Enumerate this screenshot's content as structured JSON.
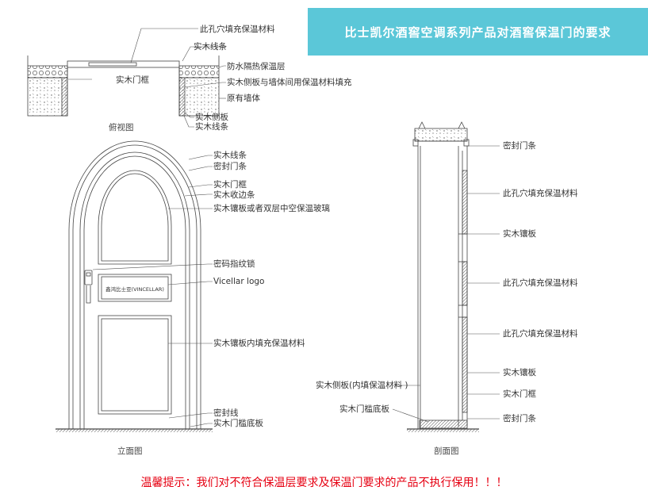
{
  "banner": {
    "title": "比士凯尔酒窖空调系列产品对酒窖保温门的要求"
  },
  "top_view": {
    "caption": "俯视图",
    "labels": {
      "hole_fill": "此孔穴填充保温材料",
      "trim": "实木线条",
      "waterproof_layer": "防水隔热保温层",
      "door_frame": "实木门框",
      "side_fill": "实木侧板与墙体间用保温材料填充",
      "wall": "原有墙体",
      "side_panel": "实木侧板",
      "trim_bottom": "实木线条"
    }
  },
  "elevation": {
    "caption": "立面图",
    "plaque_text": "鑫鸿比士亚(VINCELLAR)",
    "labels": {
      "trim": "实木线条",
      "seal_strip": "密封门条",
      "door_frame": "实木门框",
      "edge_strip": "实木收边条",
      "glass": "实木镶板或者双层中空保温玻璃",
      "lock": "密码指纹锁",
      "logo": "Vicellar logo",
      "panel_fill": "实木镶板内填充保温材料",
      "seal_line": "密封线",
      "threshold": "实木门槛底板"
    }
  },
  "section": {
    "caption": "剖面图",
    "labels": {
      "seal_top": "密封门条",
      "hole_fill_1": "此孔穴填充保温材料",
      "inlay_1": "实木镶板",
      "hole_fill_2": "此孔穴填充保温材料",
      "hole_fill_3": "此孔穴填充保温材料",
      "inlay_2": "实木镶板",
      "side_panel": "实木侧板(内填保温材料 )",
      "threshold": "实木门槛底板",
      "frame": "实木门框",
      "seal_bottom": "密封门条"
    }
  },
  "warning": "温馨提示：我们对不符合保温层要求及保温门要求的产品不执行保用！！！",
  "colors": {
    "banner": "#5bc7d8",
    "warning": "#e60012",
    "line": "#444444"
  }
}
